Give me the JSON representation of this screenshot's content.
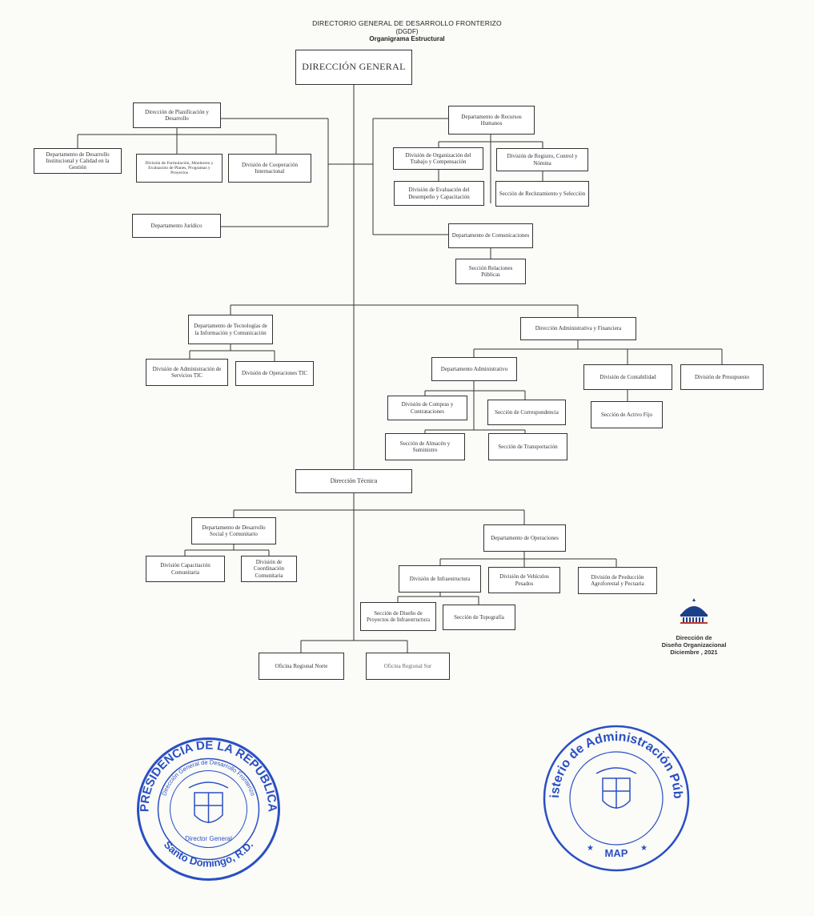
{
  "header": {
    "line1": "DIRECTORIO GENERAL DE DESARROLLO FRONTERIZO",
    "line2": "(DGDF)",
    "line3": "Organigrama Estructural"
  },
  "org": {
    "direccion_general": "DIRECCIÓN GENERAL",
    "dir_planificacion": "Dirección de Planificación y Desarrollo",
    "dept_desarrollo_inst": "Departamento de Desarrollo Institucional y Calidad en la Gestión",
    "div_formulacion": "División de Formulación, Monitoreo y Evaluación de Planes, Programas y Proyectos",
    "div_cooperacion": "División de Cooperación Internacional",
    "dept_juridico": "Departamento Jurídico",
    "dept_rrhh": "Departamento de Recursos Humanos",
    "div_organizacion_trabajo": "División de Organización del Trabajo y Compensación",
    "div_registro": "División de Registro, Control y Nómina",
    "div_evaluacion": "División de Evaluación del Desempeño y Capacitación",
    "secc_reclutamiento": "Sección de Reclutamiento y Selección",
    "dept_comunicaciones": "Departamento de Comunicaciones",
    "secc_relaciones": "Sección Relaciones Públicas",
    "dept_tic": "Departamento de Tecnologías de la Información y Comunicación",
    "div_admin_servicios_tic": "División de Administración de Servicios TIC",
    "div_operaciones_tic": "División de Operaciones TIC",
    "dir_admin_fin": "Dirección Administrativa y Financiera",
    "dept_administrativo": "Departamento Administrativo",
    "div_contabilidad": "División de Contabilidad",
    "div_presupuesto": "División de Presupuesto",
    "div_compras": "División de Compras y Contrataciones",
    "secc_correspondencia": "Sección de Correspondencia",
    "secc_activo_fijo": "Sección de Activo Fijo",
    "secc_almacen": "Sección de Almacén y Suministro",
    "secc_transportacion": "Sección de Transportación",
    "dir_tecnica": "Dirección Técnica",
    "dept_desarrollo_social": "Departamento de Desarrollo Social y Comunitario",
    "dept_operaciones": "Departamento de Operaciones",
    "div_capacitacion_com": "División Capacitación Comunitaria",
    "div_coordinacion_com": "División de Coordinación Comunitaria",
    "div_infraestructura": "División de Infraestructura",
    "div_vehiculos": "División de Vehículos Pesados",
    "div_produccion_agro": "División de Producción Agroforestal y Pecuaria",
    "secc_diseno": "Sección de Diseño de Proyectos de Infraestructura",
    "secc_topografia": "Sección de Topografía",
    "oficina_norte": "Oficina Regional Norte",
    "oficina_sur": "Oficina Regional Sur"
  },
  "logo_block": {
    "line1": "Dirección de",
    "line2": "Diseño Organizacional",
    "line3": "Diciembre , 2021"
  },
  "seal_left": {
    "outer_text": "PRESIDENCIA DE LA REPUBLICA",
    "inner_text": "Dirección General de Desarrollo Fronterizo",
    "bottom_text": "Santo Domingo, R.D.",
    "signature_label": "Director General"
  },
  "seal_right": {
    "outer_text": "Ministerio de Administración Pública",
    "bottom_text": "MAP"
  },
  "colors": {
    "line": "#333333",
    "stamp": "#2a4fc4"
  }
}
